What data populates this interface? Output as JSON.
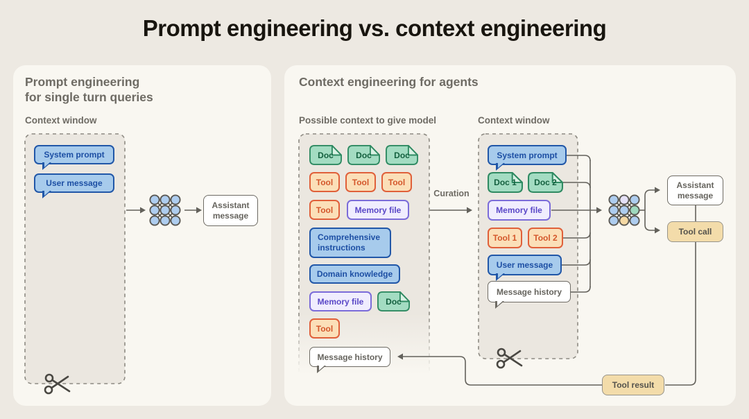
{
  "title": "Prompt engineering vs. context engineering",
  "colors": {
    "page_bg": "#EDE9E2",
    "panel_bg": "#F9F7F1",
    "box_fill": "#EBE7E0",
    "blue_fill": "#A7CBEC",
    "blue_border": "#2157A8",
    "green_fill": "#A3DCC2",
    "green_border": "#2F8A62",
    "orange_fill": "#FBDFB8",
    "orange_border": "#E0603A",
    "purple_fill": "#F0EDFE",
    "purple_border": "#7B6CD9",
    "tan_fill": "#F3DCAA",
    "line_color": "#63615B"
  },
  "icons": {
    "model": "neural-network-grid",
    "trim": "scissors",
    "doc_shape": "document-folded-corner"
  },
  "left_panel": {
    "heading_line1": "Prompt engineering",
    "heading_line2": "for single turn queries",
    "context_window_label": "Context window",
    "chips": {
      "system_prompt": "System prompt",
      "user_message": "User message"
    },
    "output": {
      "assistant_line1": "Assistant",
      "assistant_line2": "message"
    }
  },
  "right_panel": {
    "heading": "Context engineering for agents",
    "pool_label": "Possible context to give model",
    "curation_label": "Curation",
    "context_window_label": "Context window",
    "pool_chips": [
      {
        "label": "Doc"
      },
      {
        "label": "Doc"
      },
      {
        "label": "Doc"
      },
      {
        "label": "Tool"
      },
      {
        "label": "Tool"
      },
      {
        "label": "Tool"
      },
      {
        "label": "Tool"
      },
      {
        "label": "Memory file"
      },
      {
        "label": "Comprehensive instructions"
      },
      {
        "label": "Domain knowledge"
      },
      {
        "label": "Memory file"
      },
      {
        "label": "Doc"
      },
      {
        "label": "Tool"
      },
      {
        "label": "Message history"
      }
    ],
    "window_chips": [
      {
        "label": "System prompt"
      },
      {
        "label": "Doc 1"
      },
      {
        "label": "Doc 2"
      },
      {
        "label": "Memory file"
      },
      {
        "label": "Tool 1"
      },
      {
        "label": "Tool 2"
      },
      {
        "label": "User message"
      },
      {
        "label": "Message history"
      }
    ],
    "outputs": {
      "assistant_line1": "Assistant",
      "assistant_line2": "message",
      "tool_call": "Tool call",
      "tool_result": "Tool result"
    }
  }
}
